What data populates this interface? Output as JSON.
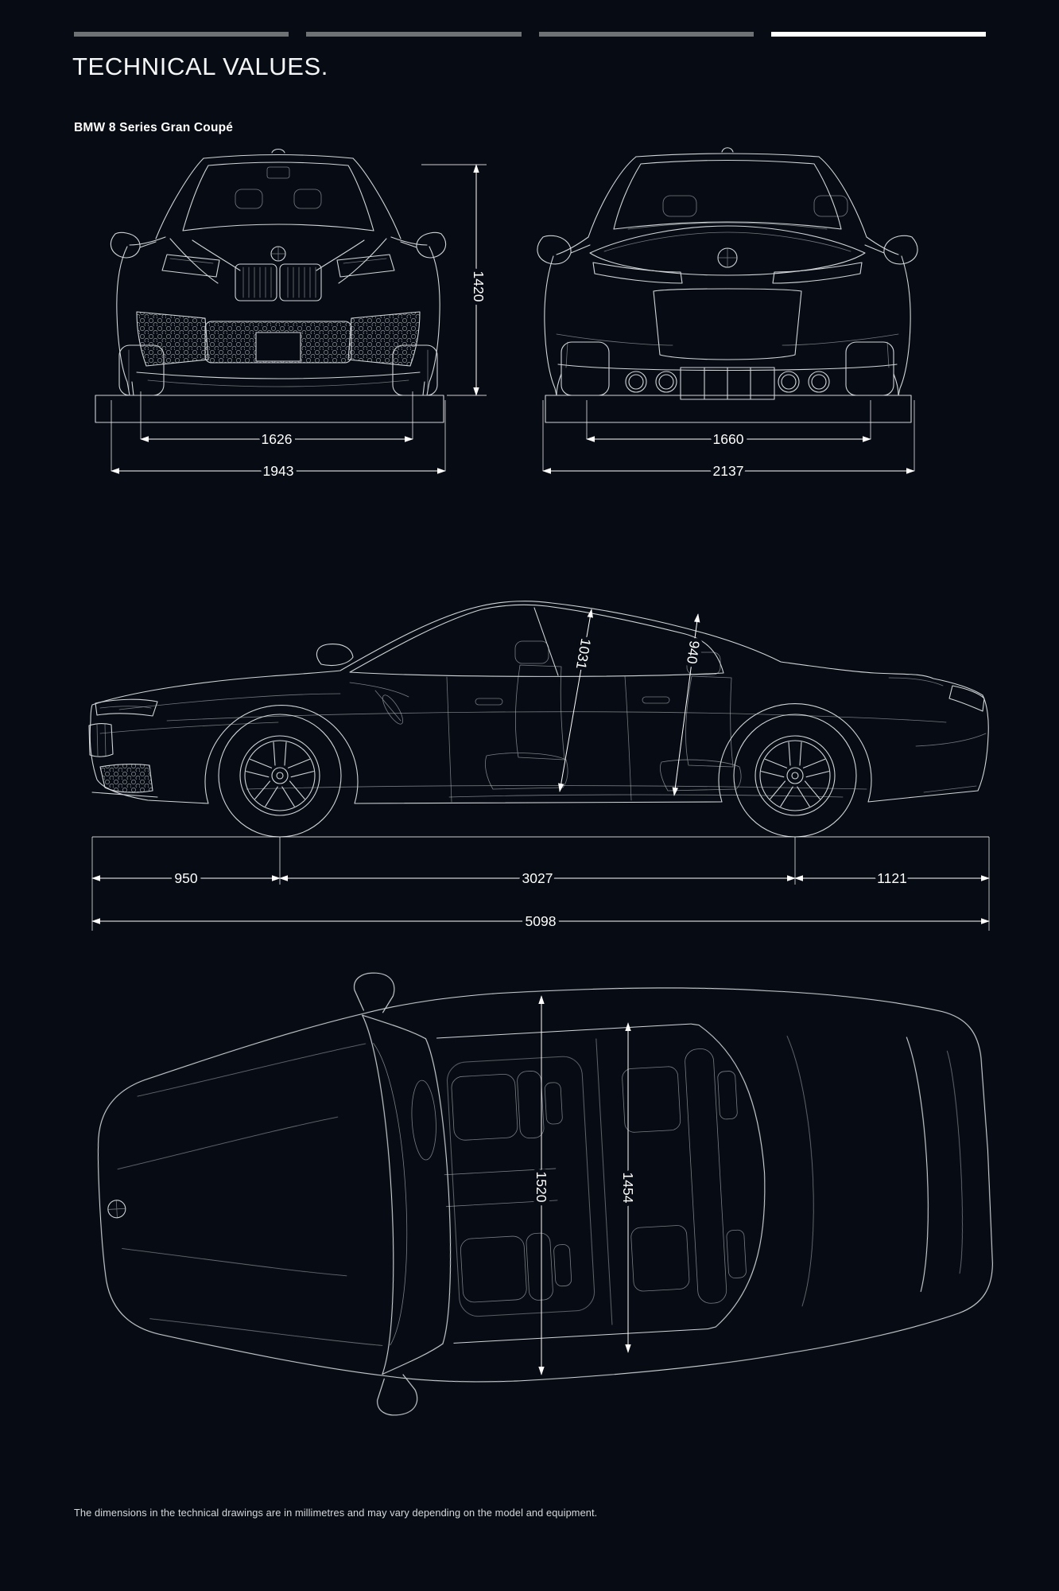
{
  "page": {
    "title": "TECHNICAL VALUES.",
    "model": "BMW 8 Series Gran Coupé",
    "footnote": "The dimensions in the technical drawings are in millimetres and may vary depending on the model and equipment."
  },
  "pagination": {
    "segments": 4,
    "active_segment": 4
  },
  "colors": {
    "background": "#070b13",
    "line": "#dce0e3",
    "dimension_text": "#ffffff",
    "bar_inactive": "#6f7275",
    "bar_active": "#ffffff"
  },
  "dimensions": {
    "front_view": {
      "height": "1420",
      "width_inner": "1626",
      "width_outer": "1943"
    },
    "rear_view": {
      "width_inner": "1660",
      "width_outer": "2137"
    },
    "side_view": {
      "headroom_front": "1031",
      "headroom_rear": "940",
      "overhang_front": "950",
      "wheelbase": "3027",
      "overhang_rear": "1121",
      "length": "5098"
    },
    "top_view": {
      "width_front": "1520",
      "width_rear": "1454"
    }
  }
}
